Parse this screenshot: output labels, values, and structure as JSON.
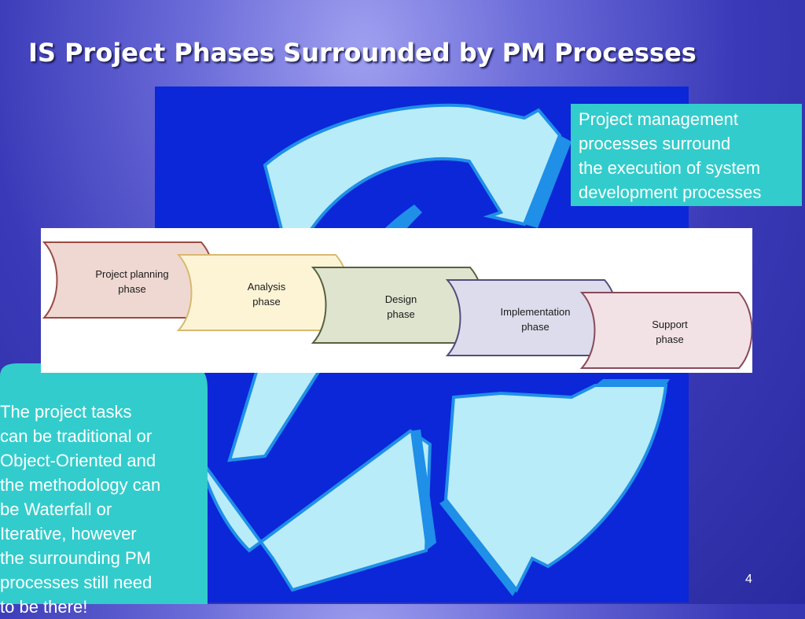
{
  "slide": {
    "title": "IS Project Phases Surrounded by PM Processes",
    "page_number": "4"
  },
  "callouts": {
    "top_right": "Project management\nprocesses surround\nthe execution of system\ndevelopment processes",
    "left": "The project tasks\ncan be traditional or\nObject-Oriented and\nthe methodology can\nbe Waterfall or\nIterative, however\nthe surrounding PM\nprocesses still need\nto be there!"
  },
  "phases": [
    {
      "line1": "Project planning",
      "line2": "phase",
      "fill": "#efd8d2",
      "stroke": "#9a4a44"
    },
    {
      "line1": "Analysis",
      "line2": "phase",
      "fill": "#fdf4d6",
      "stroke": "#d8b870"
    },
    {
      "line1": "Design",
      "line2": "phase",
      "fill": "#dfe4cf",
      "stroke": "#56613e"
    },
    {
      "line1": "Implementation",
      "line2": "phase",
      "fill": "#dcdcec",
      "stroke": "#4e4e7a"
    },
    {
      "line1": "Support",
      "line2": "phase",
      "fill": "#f2e2e6",
      "stroke": "#8a4a58"
    }
  ],
  "colors": {
    "callout": "#33cccc",
    "panel": "#0b27d8",
    "arrow_light": "#b8ecf8",
    "arrow_dark": "#1f8fe8"
  }
}
